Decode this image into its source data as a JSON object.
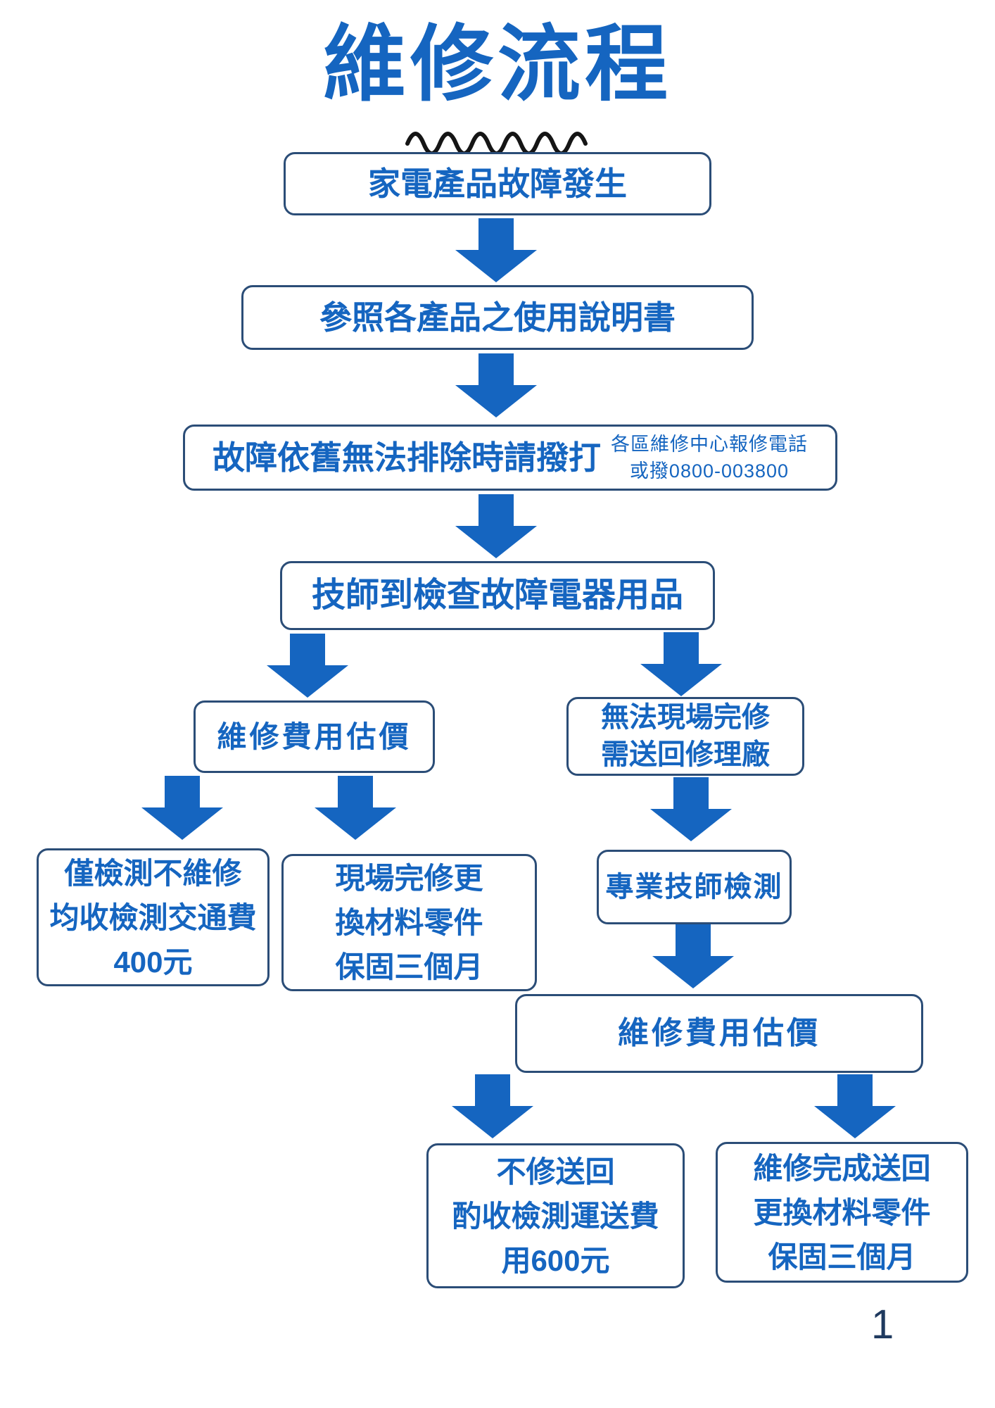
{
  "colors": {
    "blue": "#1565C0",
    "border": "#2b4d77",
    "ink": "#1f3a5f",
    "wave": "#151515"
  },
  "title": "維修流程",
  "page_number": "1",
  "nodes": {
    "fault": {
      "text": "家電產品故障發生"
    },
    "manual": {
      "text": "參照各產品之使用說明書"
    },
    "call": {
      "text": "故障依舊無法排除時請撥打",
      "note1": "各區維修中心報修電話",
      "note2": "或撥0800-003800"
    },
    "inspect": {
      "text": "技師到檢查故障電器用品"
    },
    "estimate1": {
      "text": "維修費用估價"
    },
    "cannot": {
      "line1": "無法現場完修",
      "line2": "需送回修理廠"
    },
    "checkonly": {
      "line1": "僅檢測不維修",
      "line2": "均收檢測交通費",
      "line3": "400元"
    },
    "onsite": {
      "line1": "現場完修更",
      "line2": "換材料零件",
      "line3": "保固三個月"
    },
    "pro": {
      "text": "專業技師檢測"
    },
    "estimate2": {
      "text": "維修費用估價"
    },
    "noreturn": {
      "line1": "不修送回",
      "line2": "酌收檢測運送費",
      "line3": "用600元"
    },
    "done": {
      "line1": "維修完成送回",
      "line2": "更換材料零件",
      "line3": "保固三個月"
    }
  }
}
